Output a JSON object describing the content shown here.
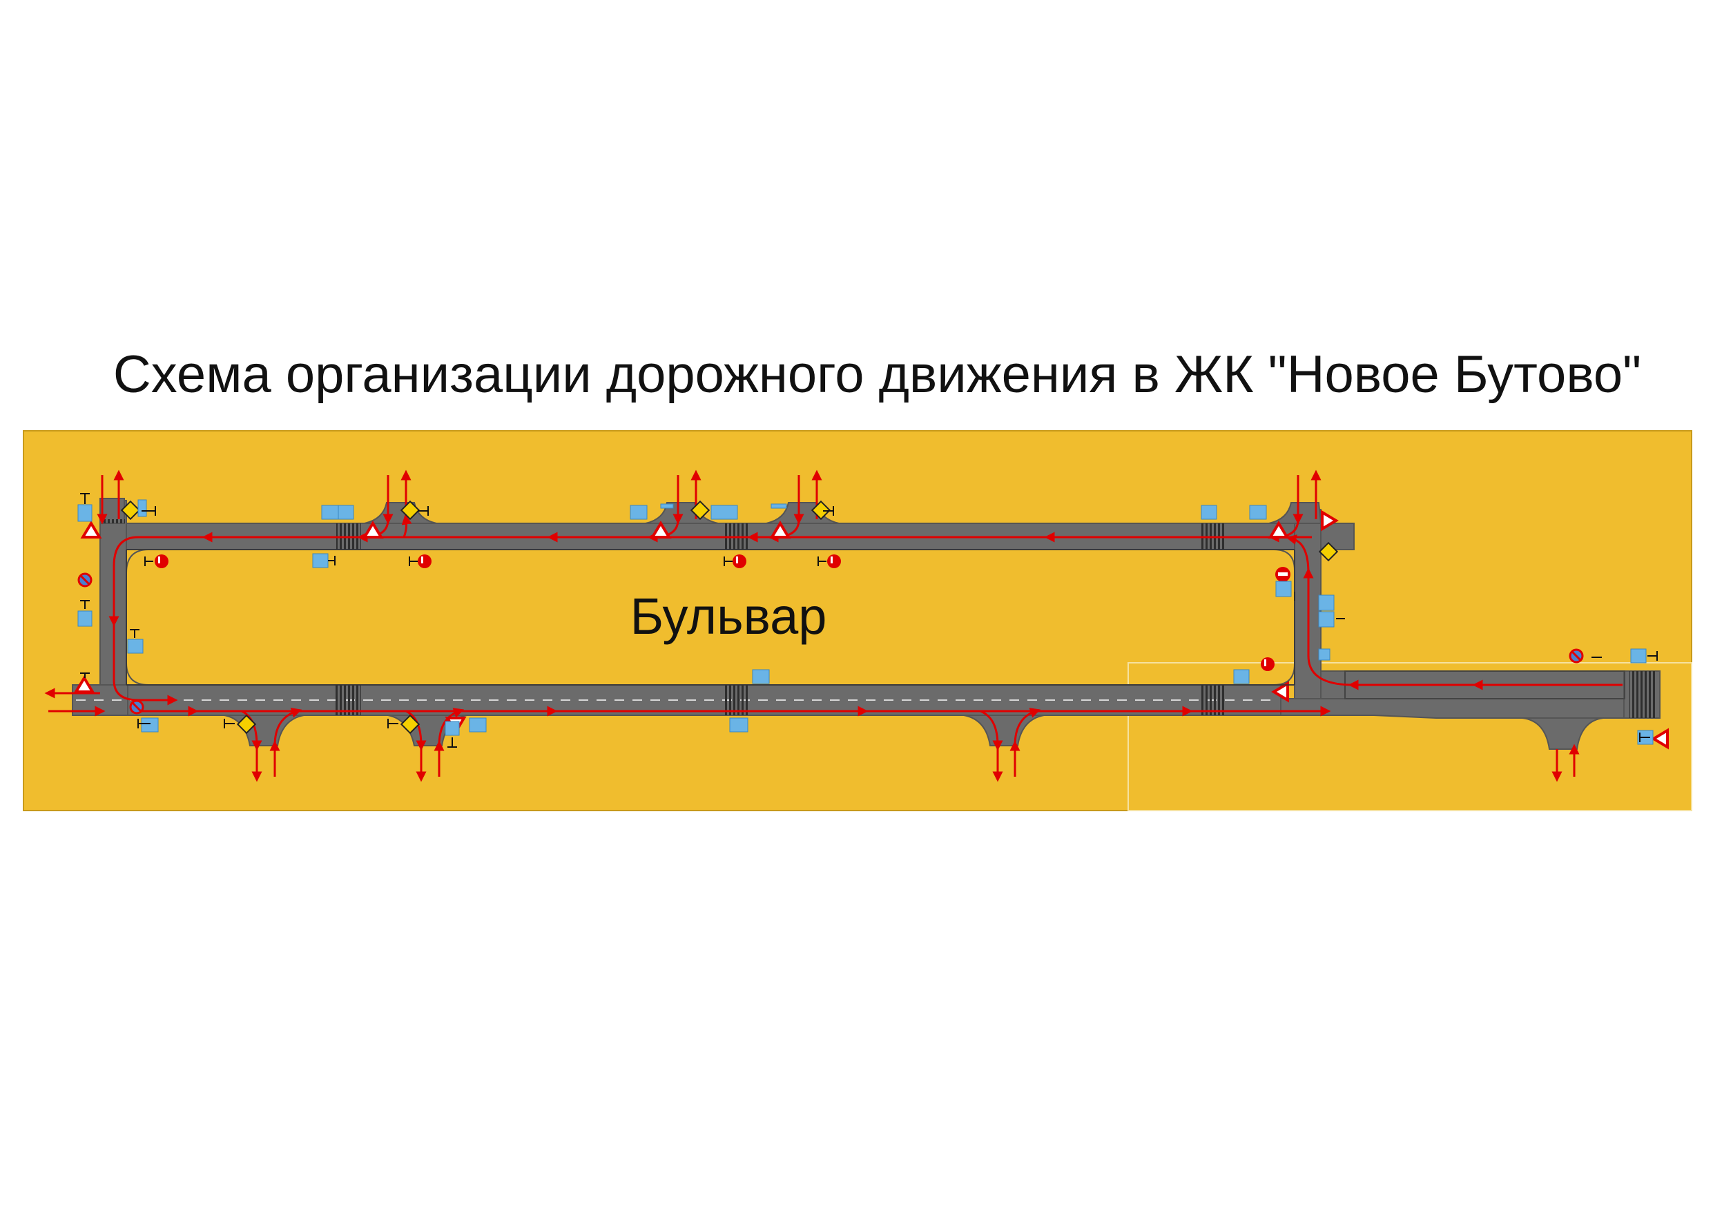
{
  "title": "Схема организации дорожного движения в ЖК \"Новое Бутово\"",
  "center_label": "Бульвар",
  "colors": {
    "background": "#ffffff",
    "ground": "#f0bd2e",
    "road": "#6b6b6b",
    "traffic_arrow": "#e00000",
    "info_sign": "#6ab4e6",
    "warning_border": "#e00000",
    "priority_sign": "#f5d000"
  },
  "signs": {
    "legend": [
      "give-way-sign",
      "priority-road-sign",
      "no-entry-sign",
      "no-stopping-sign",
      "pedestrian-crossing-sign",
      "one-way-sign",
      "speed-bump-sign"
    ]
  }
}
